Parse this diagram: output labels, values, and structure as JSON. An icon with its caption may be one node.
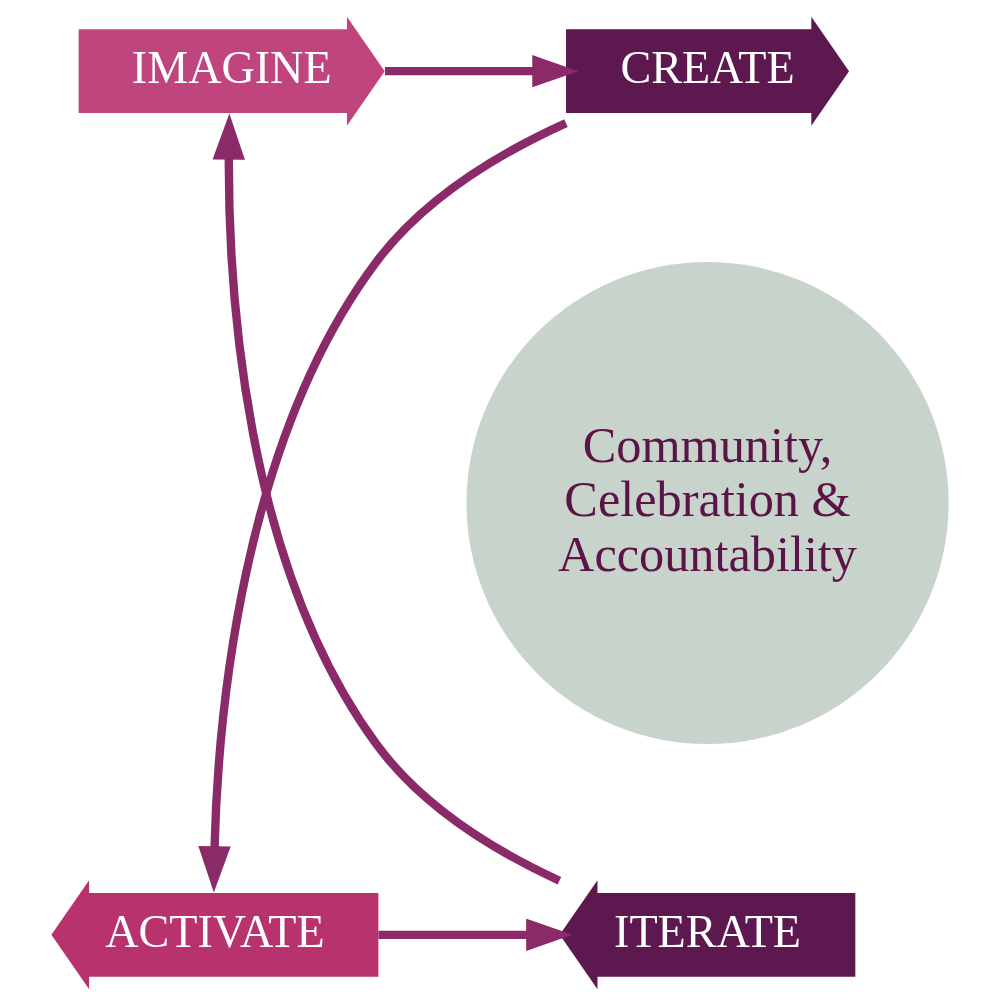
{
  "diagram": {
    "nodes": [
      {
        "text": [
          "IMAGINE"
        ]
      },
      {
        "text": [
          "CREATE"
        ]
      },
      {
        "text": [
          "Community, Celebration & Accountability"
        ]
      },
      {
        "text": [
          "ITERATE"
        ]
      },
      {
        "text": [
          "ACTIVATE"
        ]
      }
    ],
    "edges": [
      {
        "from": 0,
        "to": 1,
        "arrow": "to"
      },
      {
        "from": 1,
        "to": 4,
        "arrow": "to"
      },
      {
        "from": 4,
        "to": 3,
        "arrow": "to"
      },
      {
        "from": 3,
        "to": 0,
        "arrow": "to"
      }
    ]
  }
}
